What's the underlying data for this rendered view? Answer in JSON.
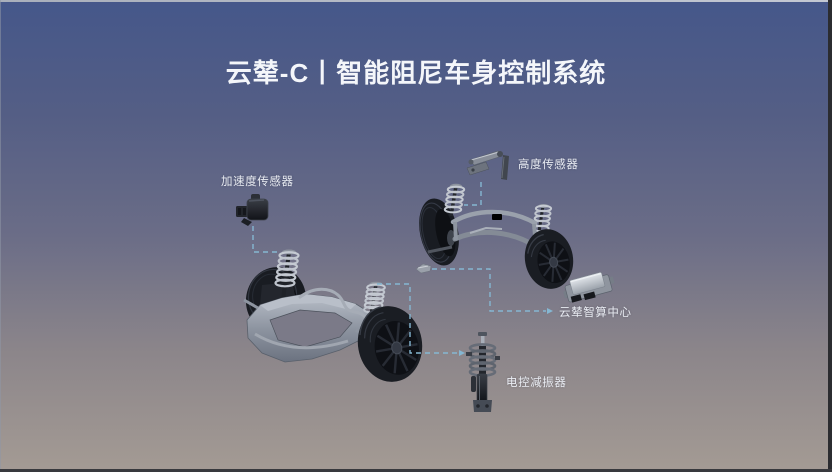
{
  "title": "云辇-C丨智能阻尼车身控制系统",
  "callouts": {
    "acceleration_sensor": {
      "label": "加速度传感器",
      "icon": "acceleration-sensor-icon"
    },
    "height_sensor": {
      "label": "高度传感器",
      "icon": "height-sensor-icon"
    },
    "computing_center": {
      "label": "云辇智算中心",
      "icon": "ecu-module-icon"
    },
    "damper": {
      "label": "电控减振器",
      "icon": "electronic-damper-icon"
    }
  },
  "illustration": {
    "front_axle": "front-suspension-assembly",
    "rear_axle": "rear-suspension-assembly"
  },
  "colors": {
    "background_top": "#45578a",
    "background_bottom": "#a49b94",
    "title_text": "#f4f6fa",
    "label_text": "#e9ecf2",
    "callout_line": "#85b7d2",
    "tire": "#1a1d23",
    "metal": "#9aa1ac"
  }
}
